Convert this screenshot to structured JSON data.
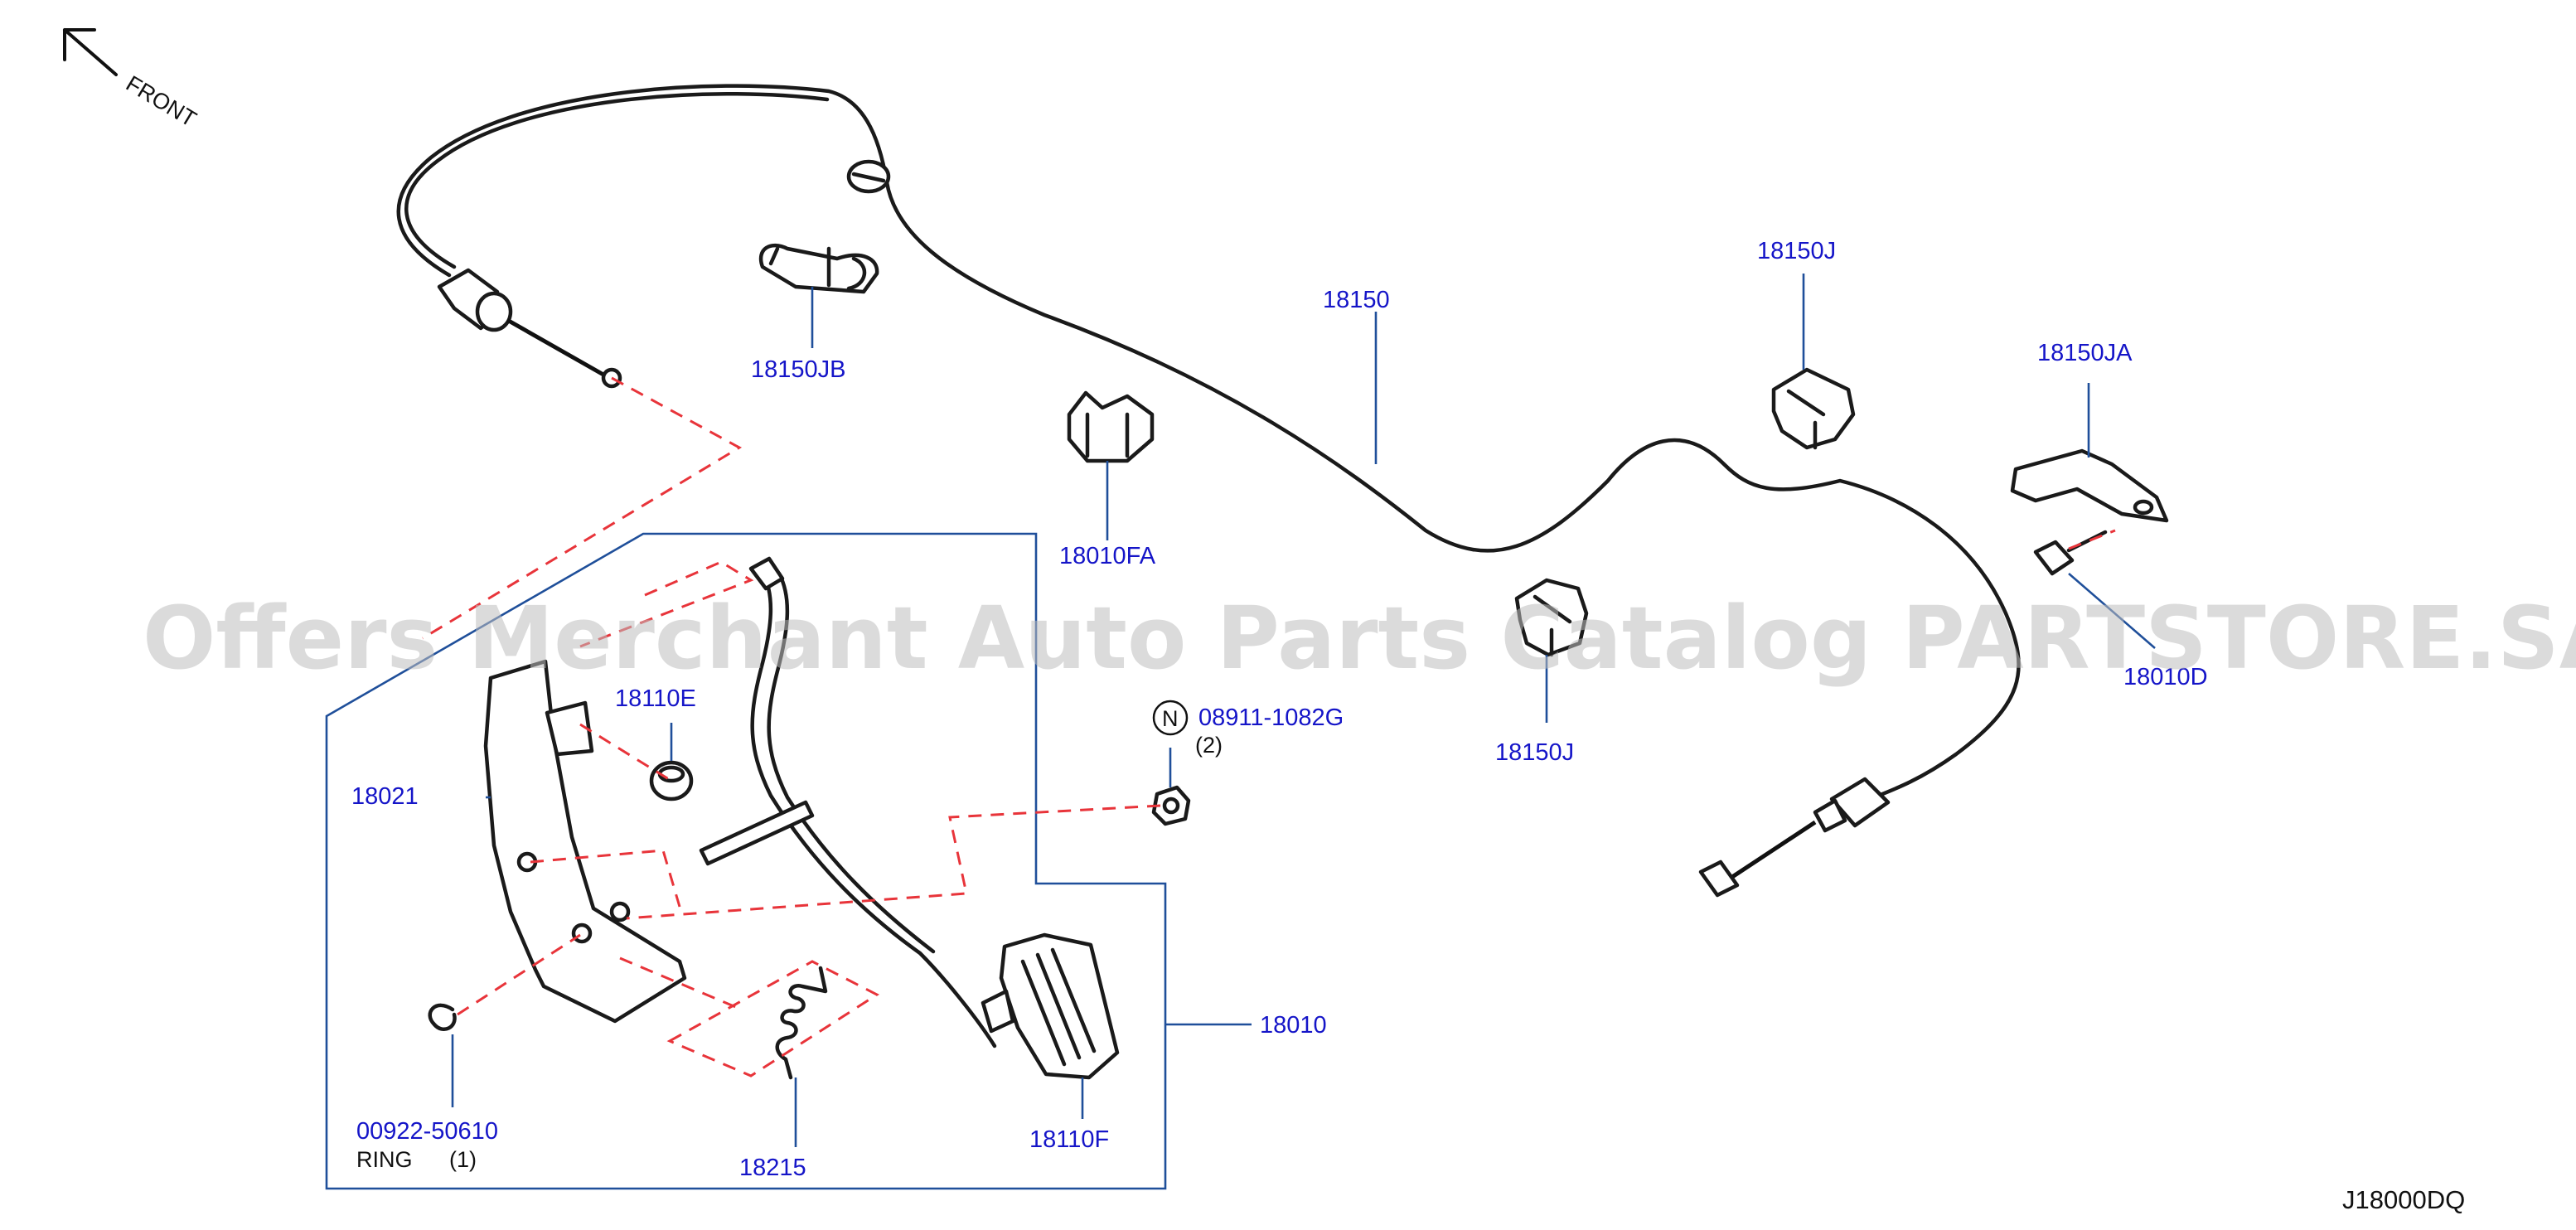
{
  "orientation": {
    "label": "FRONT",
    "icon": "front-arrow-icon"
  },
  "watermark": "Offers Merchant Auto Parts Catalog PARTSTORE.SA",
  "drawing_ref": "J18000DQ",
  "callouts": {
    "p18150JB": "18150JB",
    "p18150": "18150",
    "p18150J_top": "18150J",
    "p18150JA": "18150JA",
    "p18010FA": "18010FA",
    "p18010D": "18010D",
    "p18150J_mid": "18150J",
    "p18110E": "18110E",
    "p18021": "18021",
    "p08911": "08911-1082G",
    "p08911_qty": "(2)",
    "p08911_badge": "N",
    "p18010": "18010",
    "p00922": "00922-50610",
    "p00922_name": "RING",
    "p00922_qty": "(1)",
    "p18215": "18215",
    "p18110F": "18110F"
  }
}
